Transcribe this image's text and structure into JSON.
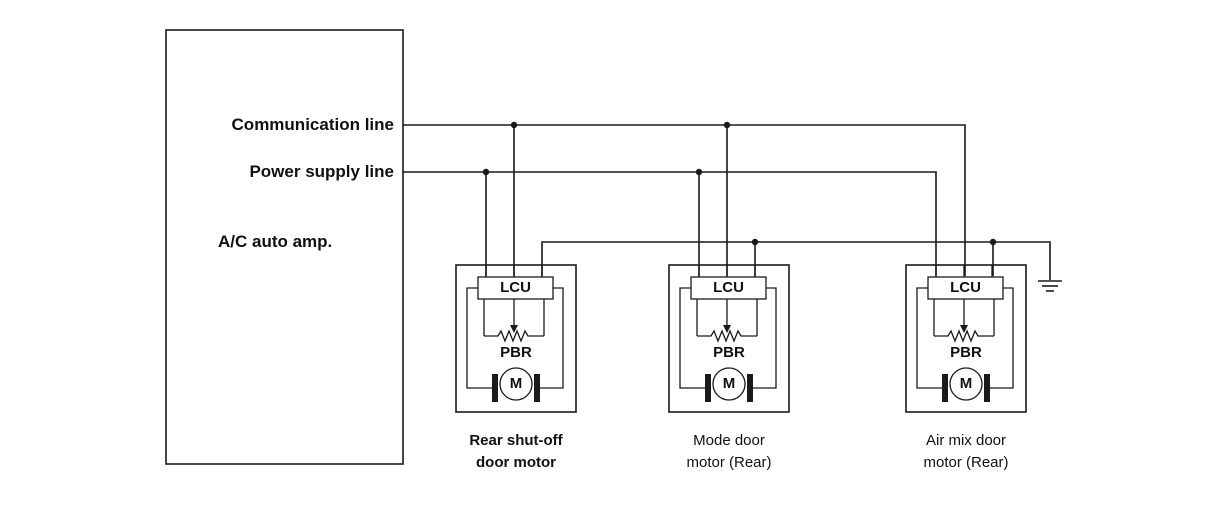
{
  "amp": {
    "communication_line": "Communication line",
    "power_supply_line": "Power supply line",
    "name": "A/C auto amp."
  },
  "motors": [
    {
      "lcu": "LCU",
      "pbr": "PBR",
      "m": "M",
      "caption_1": "Rear shut-off",
      "caption_2": "door motor"
    },
    {
      "lcu": "LCU",
      "pbr": "PBR",
      "m": "M",
      "caption_1": "Mode door",
      "caption_2": "motor (Rear)"
    },
    {
      "lcu": "LCU",
      "pbr": "PBR",
      "m": "M",
      "caption_1": "Air mix door",
      "caption_2": "motor (Rear)"
    }
  ]
}
